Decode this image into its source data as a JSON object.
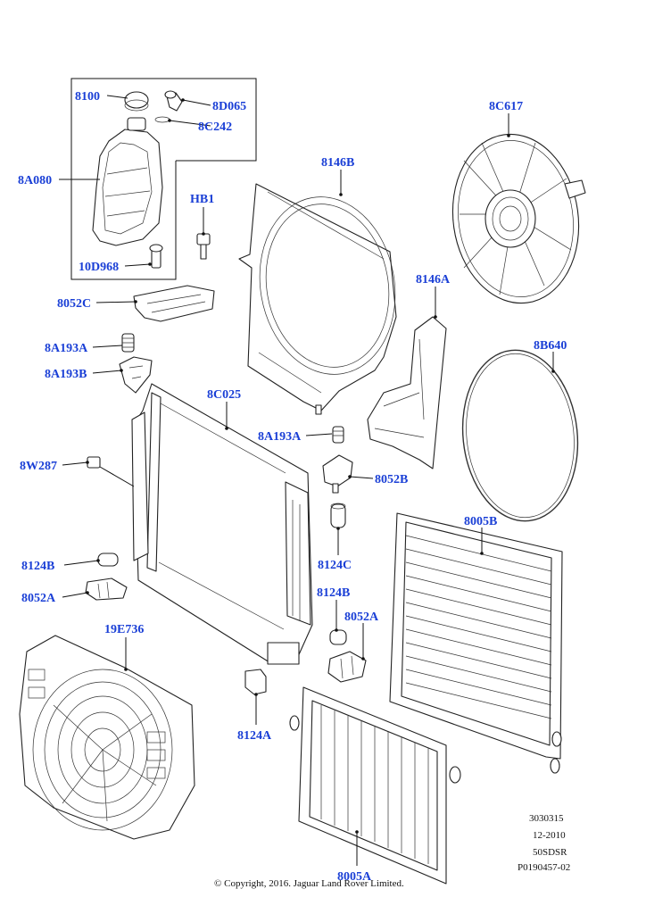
{
  "labels": {
    "l8100": "8100",
    "l8D065": "8D065",
    "l8C242": "8C242",
    "l8A080": "8A080",
    "l10D968": "10D968",
    "lHB1": "HB1",
    "l8052C": "8052C",
    "l8A193A_top": "8A193A",
    "l8A193B": "8A193B",
    "l8146B": "8146B",
    "l8C617": "8C617",
    "l8146A": "8146A",
    "l8B640": "8B640",
    "l8C025": "8C025",
    "l8A193A_mid": "8A193A",
    "l8W287": "8W287",
    "l8052B": "8052B",
    "l8124C": "8124C",
    "l8005B": "8005B",
    "l8124B_left": "8124B",
    "l8052A_left": "8052A",
    "l8124B_right": "8124B",
    "l8052A_right": "8052A",
    "l19E736": "19E736",
    "l8124A": "8124A",
    "l8005A": "8005A"
  },
  "meta": {
    "ref1": "3030315",
    "ref2": "12-2010",
    "ref3": "50SDSR",
    "ref4": "P0190457-02"
  },
  "copyright": "© Copyright, 2016. Jaguar Land Rover Limited."
}
